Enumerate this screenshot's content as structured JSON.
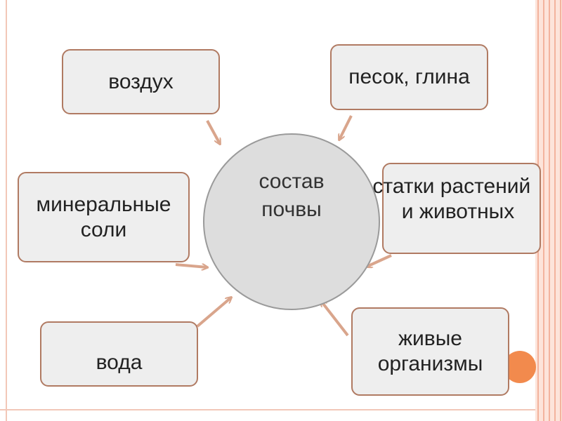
{
  "diagram": {
    "center": {
      "line1": "состав",
      "line2": "почвы"
    },
    "items": [
      {
        "id": "air",
        "lines": [
          "воздух"
        ]
      },
      {
        "id": "sand",
        "lines": [
          "песок, глина"
        ]
      },
      {
        "id": "minerals",
        "lines": [
          "минеральные",
          "соли"
        ]
      },
      {
        "id": "remains",
        "lines": [
          "остатки растений",
          "и животных"
        ]
      },
      {
        "id": "water",
        "lines": [
          "вода"
        ]
      },
      {
        "id": "organisms",
        "lines": [
          "живые",
          "организмы"
        ]
      }
    ]
  },
  "colors": {
    "box_fill": "#eeeeee",
    "box_border": "#b07a62",
    "circle_fill": "#dddddd",
    "arrow": "#d9a58c",
    "accent_dot": "#f28a4d"
  }
}
